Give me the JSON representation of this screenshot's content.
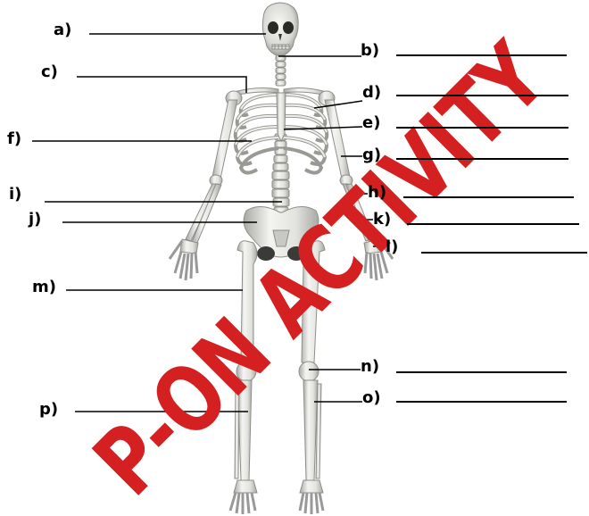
{
  "worksheet": {
    "labels": {
      "a": "a)",
      "b": "b)",
      "c": "c)",
      "d": "d)",
      "e": "e)",
      "f": "f)",
      "g": "g)",
      "h": "h)",
      "i": "i)",
      "j": "j)",
      "k": "k)",
      "l": "l)",
      "m": "m)",
      "n": "n)",
      "o": "o)",
      "p": "p)"
    },
    "watermark": "P-ON ACTIVITY",
    "colors": {
      "ink": "#000000",
      "watermark": "#d42020",
      "bone_light": "#f4f4f2",
      "bone_mid": "#d8d8d4",
      "bone_shade": "#a9a9a4"
    }
  }
}
